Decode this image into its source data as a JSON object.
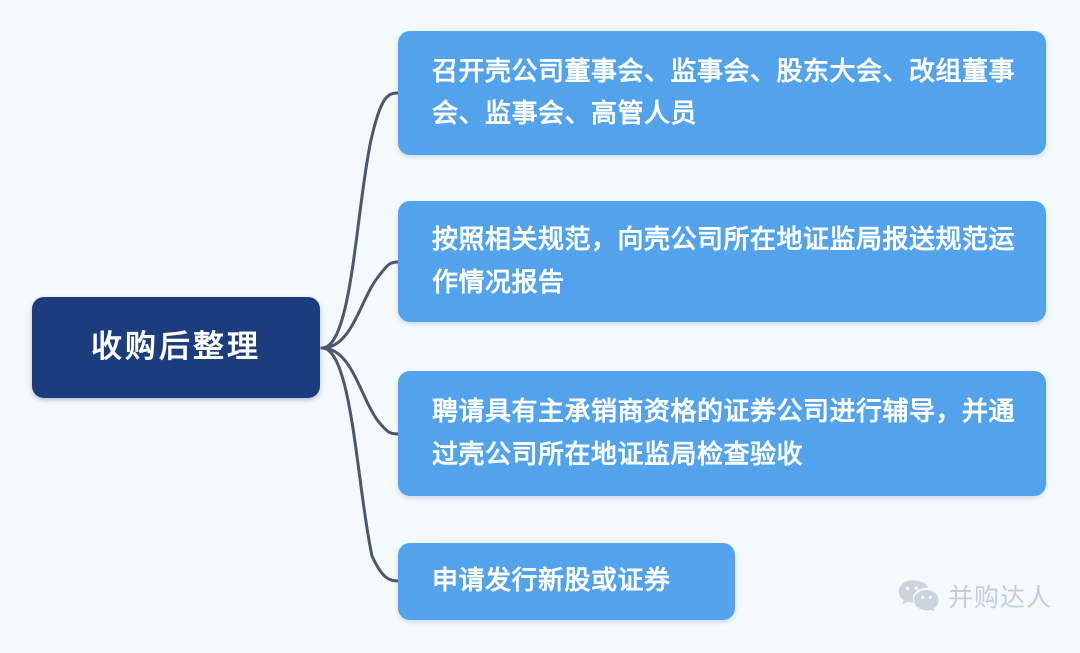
{
  "diagram": {
    "type": "mindmap",
    "title": "收购后整理",
    "background_color": "#f4f9fd",
    "root": {
      "label": "收购后整理",
      "fill_color": "#1b3c7d",
      "text_color": "#ffffff"
    },
    "connector_color": "#4c566d",
    "branch_fill_color": "#52a3ec",
    "branch_text_color": "#ffffff",
    "branches": [
      {
        "label": "召开壳公司董事会、监事会、股东大会、改组董事会、监事会、高管人员"
      },
      {
        "label": "按照相关规范，向壳公司所在地证监局报送规范运作情况报告"
      },
      {
        "label": "聘请具有主承销商资格的证券公司进行辅导，并通过壳公司所在地证监局检查验收"
      },
      {
        "label": "申请发行新股或证券"
      }
    ]
  },
  "watermark": {
    "icon": "wechat-icon",
    "text": "并购达人",
    "color": "#b9c4d0"
  }
}
